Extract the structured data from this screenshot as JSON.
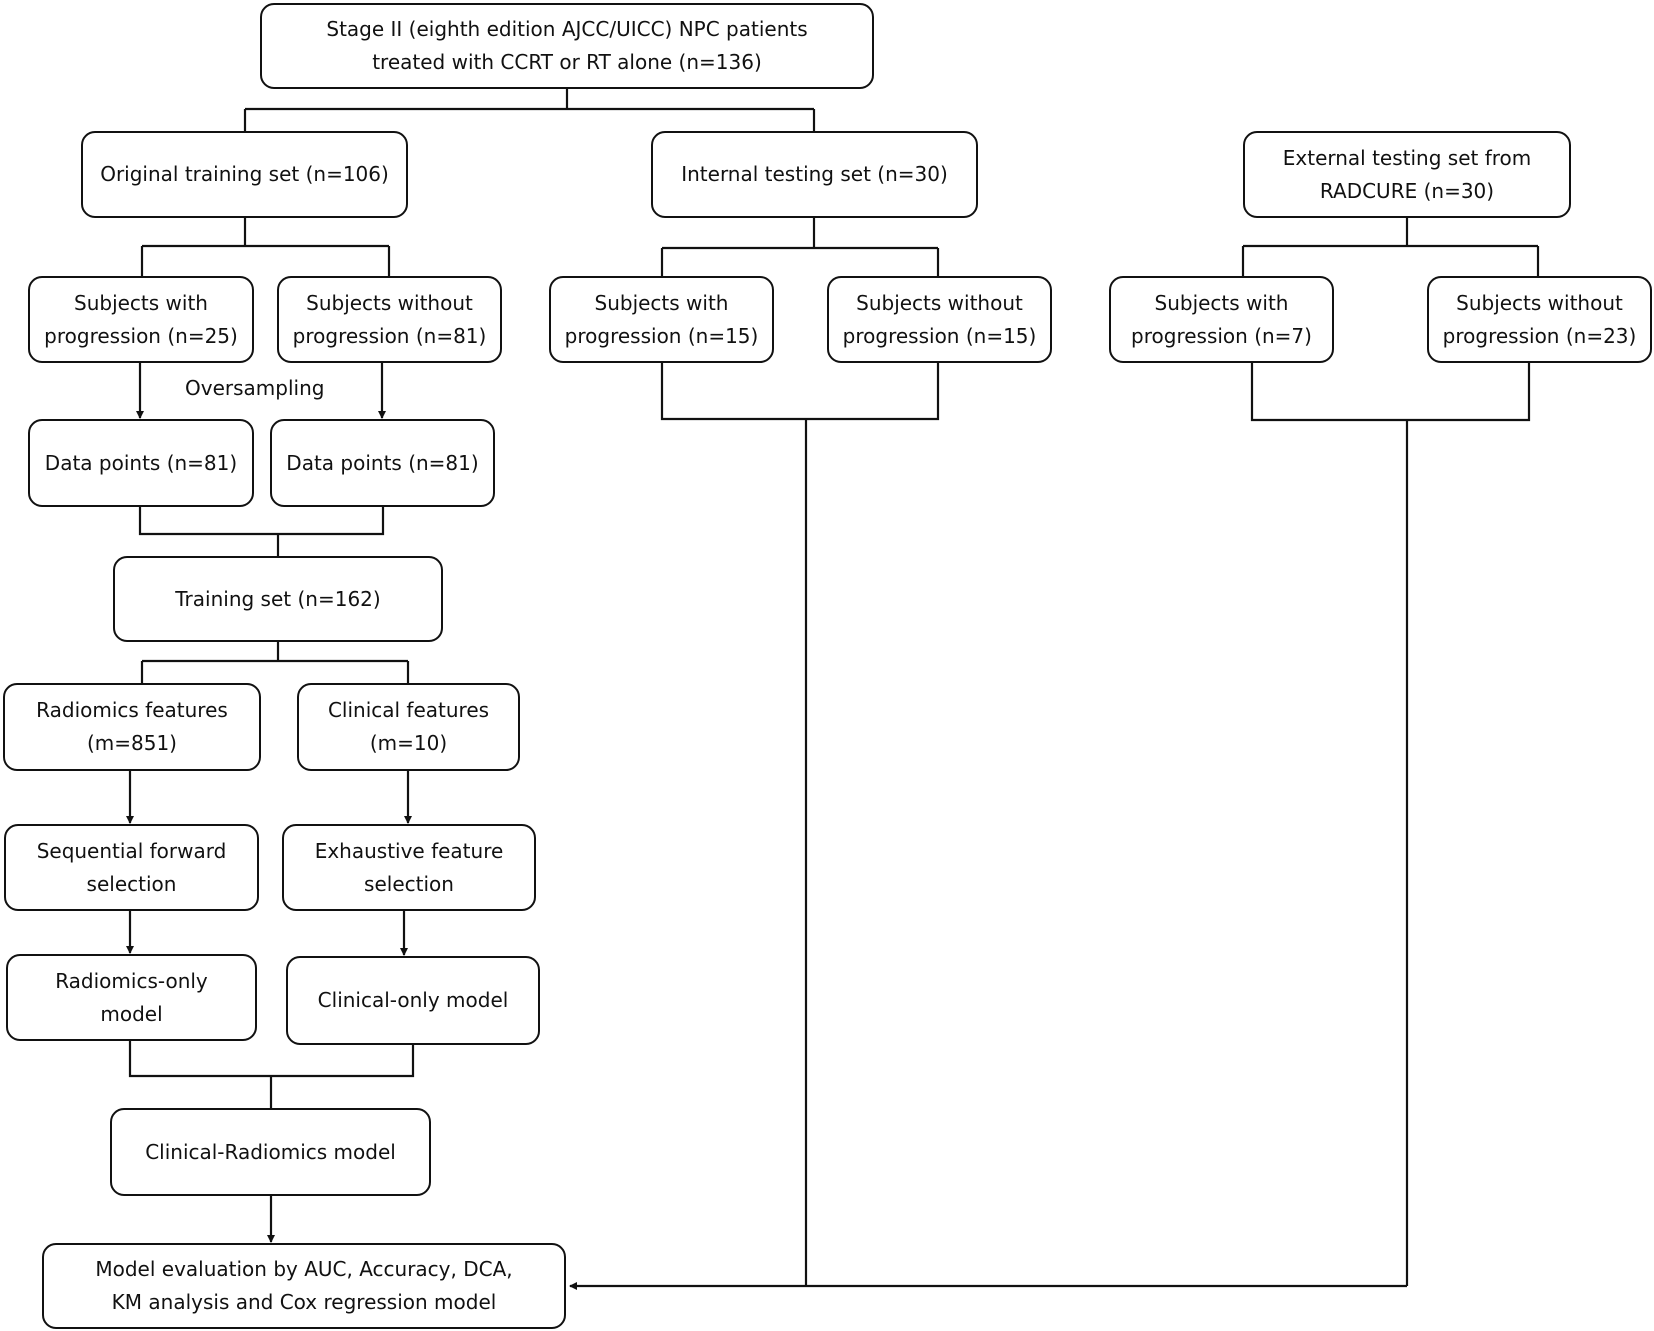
{
  "boxes": {
    "root": "Stage II (eighth edition AJCC/UICC) NPC patients\ntreated with CCRT or RT alone (n=136)",
    "orig_train": "Original training set (n=106)",
    "internal_test": "Internal testing set (n=30)",
    "external_test": "External testing set from\nRADCURE (n=30)",
    "train_prog": "Subjects with\nprogression (n=25)",
    "train_noprog": "Subjects without\nprogression (n=81)",
    "int_prog": "Subjects with\nprogression (n=15)",
    "int_noprog": "Subjects without\nprogression (n=15)",
    "ext_prog": "Subjects with\nprogression (n=7)",
    "ext_noprog": "Subjects without\nprogression (n=23)",
    "data_a": "Data points (n=81)",
    "data_b": "Data points (n=81)",
    "training_set": "Training set (n=162)",
    "radiomics_features": "Radiomics features\n(m=851)",
    "clinical_features": "Clinical features\n(m=10)",
    "sfs": "Sequential forward\nselection",
    "efs": "Exhaustive feature\nselection",
    "radiomics_model": "Radiomics-only\nmodel",
    "clinical_model": "Clinical-only model",
    "combined_model": "Clinical-Radiomics model",
    "evaluation": "Model evaluation by AUC, Accuracy, DCA,\nKM analysis and Cox regression model"
  },
  "labels": {
    "oversampling": "Oversampling"
  }
}
